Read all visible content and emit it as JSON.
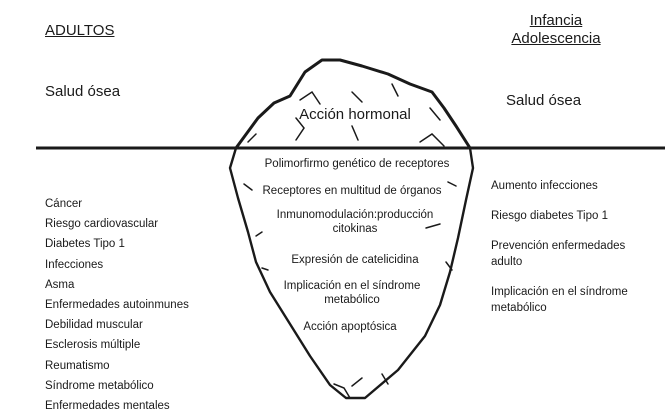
{
  "adults": {
    "heading": "ADULTOS",
    "above": "Salud ósea",
    "below": [
      "Cáncer",
      "Riesgo cardiovascular",
      "Diabetes Tipo 1",
      "Infecciones",
      "Asma",
      "Enfermedades autoinmunes",
      "Debilidad muscular",
      "Esclerosis múltiple",
      "Reumatismo",
      "Síndrome metabólico",
      "Enfermedades mentales"
    ]
  },
  "children": {
    "heading_line1": "Infancia",
    "heading_line2": "Adolescencia",
    "above": "Salud ósea",
    "below": [
      "Aumento infecciones",
      "Riesgo diabetes Tipo 1",
      "Prevención enfermedades adulto",
      "Implicación en el síndrome metabólico"
    ]
  },
  "iceberg": {
    "tip_label": "Acción hormonal",
    "submerged": [
      "Polimorfirmo genético de receptores",
      "Receptores en multitud de órganos",
      "Inmunomodulación:producción citokinas",
      "Expresión de catelicidina",
      "Implicación en el síndrome metabólico",
      "Acción apoptósica"
    ]
  }
}
